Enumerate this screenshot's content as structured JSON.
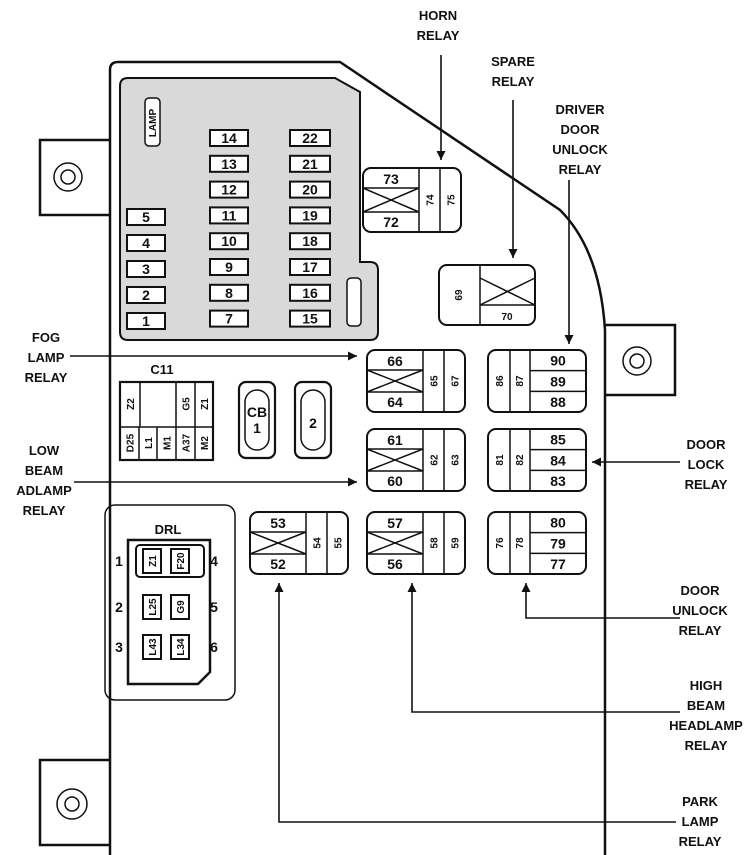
{
  "labels": {
    "horn": [
      "HORN",
      "RELAY"
    ],
    "spare": [
      "SPARE",
      "RELAY"
    ],
    "driver_unlock": [
      "DRIVER",
      "DOOR",
      "UNLOCK",
      "RELAY"
    ],
    "fog": [
      "FOG",
      "LAMP",
      "RELAY"
    ],
    "low_beam": [
      "LOW",
      "BEAM",
      "ADLAMP",
      "RELAY"
    ],
    "door_lock": [
      "DOOR",
      "LOCK",
      "RELAY"
    ],
    "door_unlock": [
      "DOOR",
      "UNLOCK",
      "RELAY"
    ],
    "high_beam": [
      "HIGH",
      "BEAM",
      "HEADLAMP",
      "RELAY"
    ],
    "park": [
      "PARK",
      "LAMP",
      "RELAY"
    ]
  },
  "fuses": {
    "left_col": [
      "5",
      "4",
      "3",
      "2",
      "1"
    ],
    "mid_col": [
      "14",
      "13",
      "12",
      "11",
      "10",
      "9",
      "8",
      "7"
    ],
    "right_col": [
      "22",
      "21",
      "20",
      "19",
      "18",
      "17",
      "16",
      "15"
    ],
    "tag": "LAMP"
  },
  "c11": {
    "title": "C11",
    "top": [
      "Z2",
      "G5",
      "Z1"
    ],
    "bottom": [
      "D25",
      "L1",
      "M1",
      "A37",
      "M2"
    ]
  },
  "cb": {
    "cb1": [
      "CB",
      "1"
    ],
    "cb2": "2"
  },
  "drl": {
    "title": "DRL",
    "pins_left": [
      "1",
      "2",
      "3"
    ],
    "pins_right": [
      "4",
      "5",
      "6"
    ],
    "cells": [
      [
        "Z1",
        "F20"
      ],
      [
        "L25",
        "G9"
      ],
      [
        "L43",
        "L34"
      ]
    ]
  },
  "relays": {
    "horn": {
      "top": "73",
      "bottom": "72",
      "pins": [
        "74",
        "75"
      ]
    },
    "spare": {
      "left": "69",
      "bottom": "70"
    },
    "fog": {
      "top": "66",
      "bottom": "64",
      "pins": [
        "65",
        "67"
      ]
    },
    "low_beam": {
      "top": "61",
      "bottom": "60",
      "pins": [
        "62",
        "63"
      ]
    },
    "park": {
      "top": "53",
      "bottom": "52",
      "pins": [
        "54",
        "55"
      ]
    },
    "high_beam": {
      "top": "57",
      "bottom": "56",
      "pins": [
        "58",
        "59"
      ]
    },
    "driver_unlock": {
      "left": [
        "86",
        "87"
      ],
      "right": [
        "90",
        "89",
        "88"
      ]
    },
    "door_lock": {
      "left": [
        "81",
        "82"
      ],
      "right": [
        "85",
        "84",
        "83"
      ]
    },
    "door_unlock": {
      "left": [
        "76",
        "78"
      ],
      "right": [
        "80",
        "79",
        "77"
      ]
    }
  }
}
